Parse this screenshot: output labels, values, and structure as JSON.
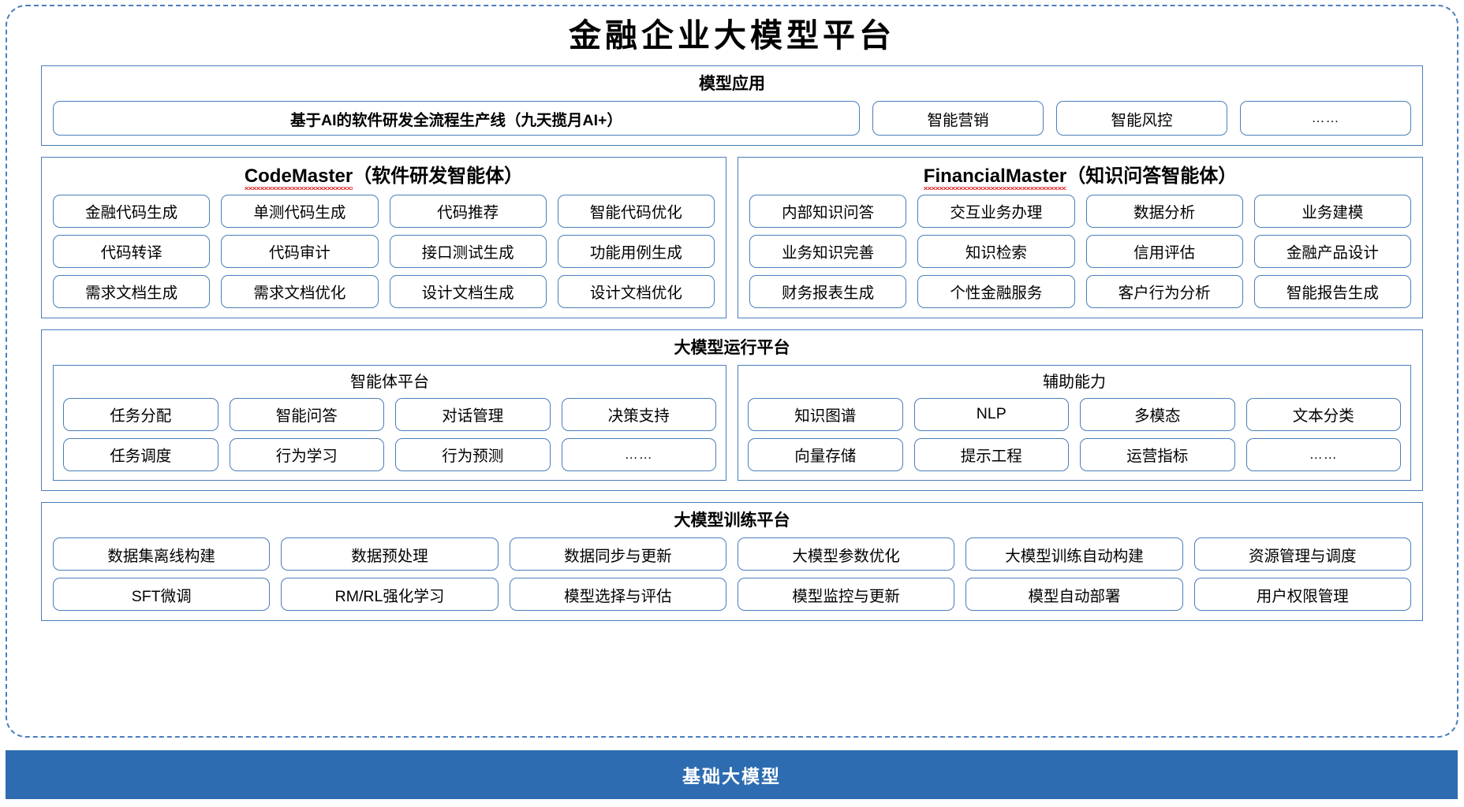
{
  "title": "金融企业大模型平台",
  "model_application": {
    "heading": "模型应用",
    "primary_item": "基于AI的软件研发全流程生产线（九天揽月AI+）",
    "items": [
      "智能营销",
      "智能风控",
      "……"
    ]
  },
  "agents": [
    {
      "name": "CodeMaster",
      "subtitle": "（软件研发智能体）",
      "spellcheck_underline": true,
      "rows": [
        [
          "金融代码生成",
          "单测代码生成",
          "代码推荐",
          "智能代码优化"
        ],
        [
          "代码转译",
          "代码审计",
          "接口测试生成",
          "功能用例生成"
        ],
        [
          "需求文档生成",
          "需求文档优化",
          "设计文档生成",
          "设计文档优化"
        ]
      ]
    },
    {
      "name": "FinancialMaster",
      "subtitle": "（知识问答智能体）",
      "spellcheck_underline": true,
      "rows": [
        [
          "内部知识问答",
          "交互业务办理",
          "数据分析",
          "业务建模"
        ],
        [
          "业务知识完善",
          "知识检索",
          "信用评估",
          "金融产品设计"
        ],
        [
          "财务报表生成",
          "个性金融服务",
          "客户行为分析",
          "智能报告生成"
        ]
      ]
    }
  ],
  "run_platform": {
    "heading": "大模型运行平台",
    "panels": [
      {
        "title": "智能体平台",
        "rows": [
          [
            "任务分配",
            "智能问答",
            "对话管理",
            "决策支持"
          ],
          [
            "任务调度",
            "行为学习",
            "行为预测",
            "……"
          ]
        ]
      },
      {
        "title": "辅助能力",
        "rows": [
          [
            "知识图谱",
            "NLP",
            "多模态",
            "文本分类"
          ],
          [
            "向量存储",
            "提示工程",
            "运营指标",
            "……"
          ]
        ]
      }
    ]
  },
  "train_platform": {
    "heading": "大模型训练平台",
    "rows": [
      [
        "数据集离线构建",
        "数据预处理",
        "数据同步与更新",
        "大模型参数优化",
        "大模型训练自动构建",
        "资源管理与调度"
      ],
      [
        "SFT微调",
        "RM/RL强化学习",
        "模型选择与评估",
        "模型监控与更新",
        "模型自动部署",
        "用户权限管理"
      ]
    ]
  },
  "base_layer": {
    "label": "基础大模型"
  },
  "colors": {
    "border_blue": "#4a7ebb",
    "base_bar_blue": "#2e6cb1",
    "spellcheck_red": "#e03131",
    "text_black": "#000000",
    "background_white": "#ffffff"
  }
}
